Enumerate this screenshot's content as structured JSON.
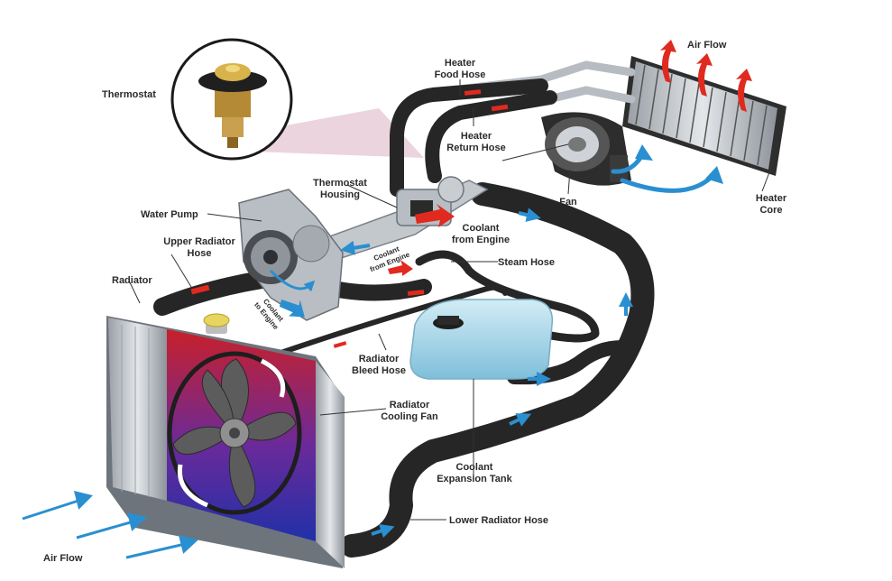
{
  "labels": {
    "thermostat": "Thermostat",
    "heater_food_hose_line1": "Heater",
    "heater_food_hose_line2": "Food Hose",
    "heater_return_hose_line1": "Heater",
    "heater_return_hose_line2": "Return Hose",
    "air_flow_top": "Air Flow",
    "heater_core_line1": "Heater",
    "heater_core_line2": "Core",
    "fan": "Fan",
    "thermostat_housing_line1": "Thermostat",
    "thermostat_housing_line2": "Housing",
    "water_pump": "Water Pump",
    "coolant_from_engine_line1": "Coolant",
    "coolant_from_engine_line2": "from Engine",
    "upper_radiator_hose_line1": "Upper Radiator",
    "upper_radiator_hose_line2": "Hose",
    "coolant_from_engine_small_line1": "Coolant",
    "coolant_from_engine_small_line2": "from Engine",
    "steam_hose": "Steam Hose",
    "radiator": "Radiator",
    "coolant_to_engine_line1": "Coolant",
    "coolant_to_engine_line2": "to Engine",
    "radiator_bleed_hose_line1": "Radiator",
    "radiator_bleed_hose_line2": "Bleed Hose",
    "radiator_cooling_fan_line1": "Radiator",
    "radiator_cooling_fan_line2": "Cooling Fan",
    "coolant_expansion_tank_line1": "Coolant",
    "coolant_expansion_tank_line2": "Expansion Tank",
    "lower_radiator_hose": "Lower Radiator Hose",
    "air_flow_bottom": "Air Flow"
  },
  "colors": {
    "hose": "#262626",
    "hot_arrow": "#e02a1f",
    "cold_arrow": "#2a8fd0",
    "tank": "#a9d8ea",
    "metal": "#c9cdd2"
  }
}
